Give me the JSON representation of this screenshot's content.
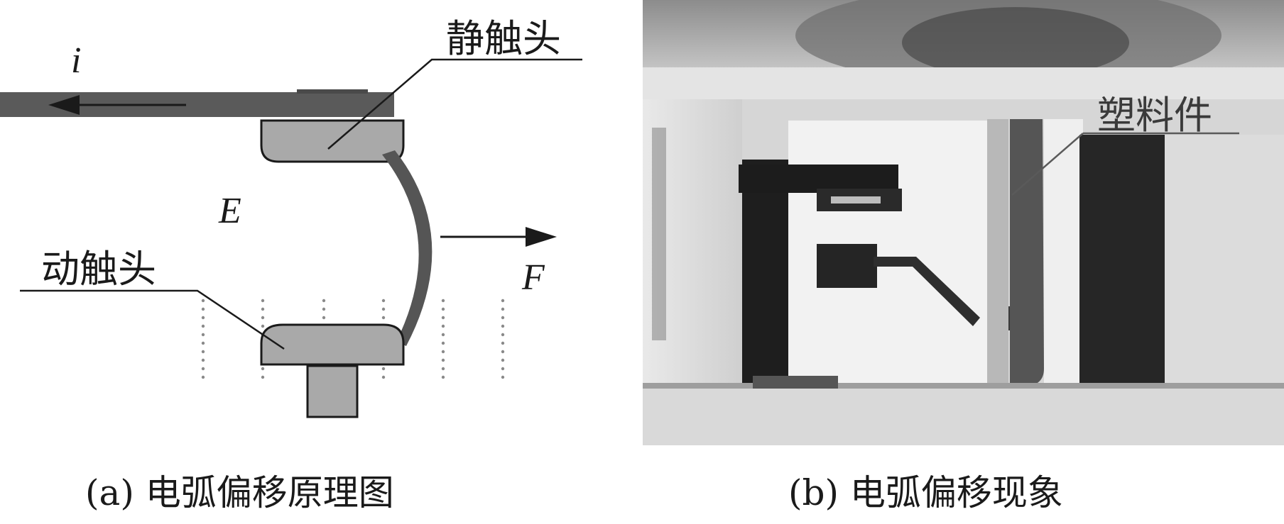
{
  "panel_a": {
    "current_label": "i",
    "field_label": "E",
    "force_label": "F",
    "static_contact_label": "静触头",
    "moving_contact_label": "动触头",
    "caption": "(a)  电弧偏移原理图",
    "colors": {
      "conductor": "#5a5a5a",
      "contact_fill": "#a9a9a9",
      "arc": "#555555",
      "outline": "#1a1a1a",
      "dots": "#8a8a8a"
    }
  },
  "panel_b": {
    "plastic_part_label": "塑料件",
    "caption": "(b)  电弧偏移现象"
  }
}
